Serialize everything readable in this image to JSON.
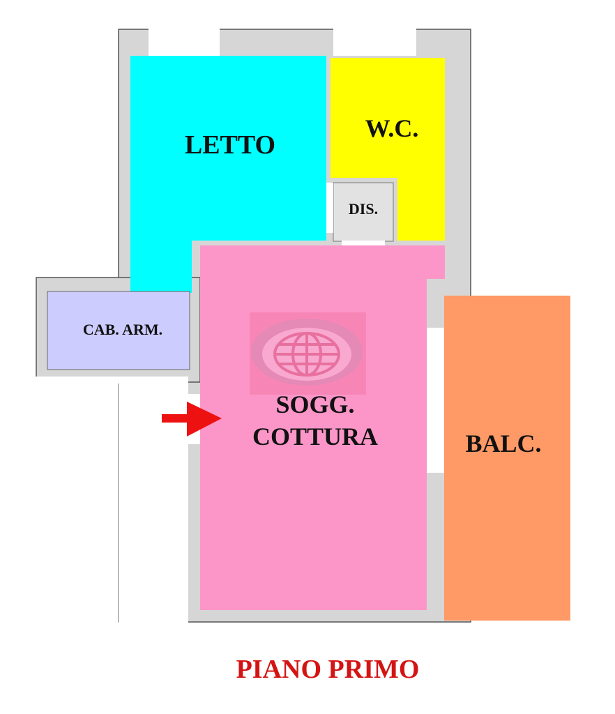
{
  "plan": {
    "title": "PIANO PRIMO",
    "rooms": {
      "letto": {
        "label": "LETTO",
        "color": "#00ffff"
      },
      "wc": {
        "label": "W.C.",
        "color": "#ffff00"
      },
      "dis": {
        "label": "DIS.",
        "color": "#e2e2e2"
      },
      "cab_arm": {
        "label": "CAB. ARM.",
        "color": "#ccccff"
      },
      "sogg_line1": {
        "label": "SOGG.",
        "color": "#fc96c8"
      },
      "sogg_line2": {
        "label": "COTTURA"
      },
      "balc": {
        "label": "BALC.",
        "color": "#ff9966"
      }
    },
    "title_color": "#d41414",
    "wall_color": "#d6d6d6",
    "entrance_arrow_color": "#ee1111",
    "watermark_label": "GLOBO"
  }
}
